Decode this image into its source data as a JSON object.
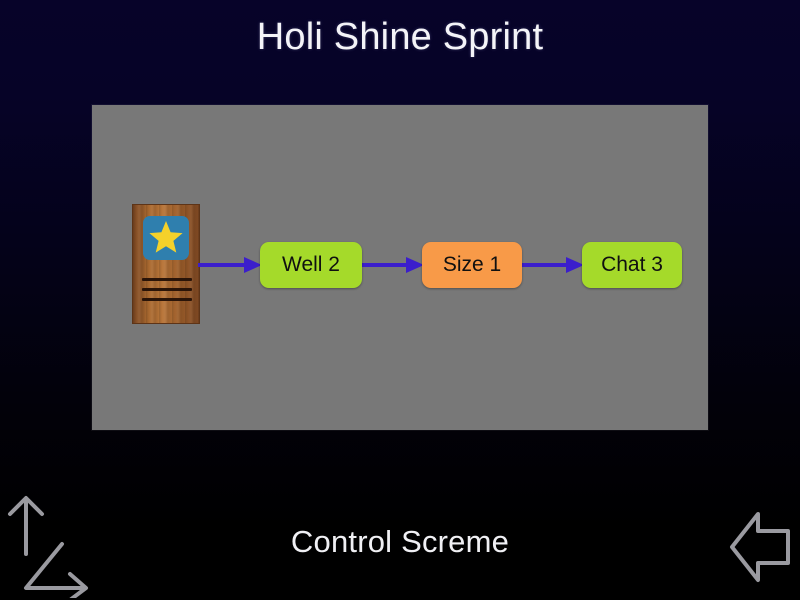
{
  "header": {
    "title": "Holi Shine Sprint"
  },
  "footer": {
    "caption": "Control Screme"
  },
  "canvas": {
    "background_color": "#787878"
  },
  "award": {
    "icon_name": "award-plaque-icon",
    "badge_color": "#2f7fae",
    "star_color": "#f5d12a",
    "wood_color": "#a8682f",
    "line_count": 3
  },
  "flow": {
    "connector_color": "#3b1ecc",
    "nodes": [
      {
        "label": "Well 2",
        "color": "#a5da2a",
        "text_color": "#101010"
      },
      {
        "label": "Size 1",
        "color": "#f89a48",
        "text_color": "#101010"
      },
      {
        "label": "Chat 3",
        "color": "#a5da2a",
        "text_color": "#101010"
      }
    ]
  },
  "nav": {
    "up_label": "up-arrow",
    "diagonal_label": "diagonal-right-arrow",
    "back_label": "back-arrow",
    "stroke_color": "#9a9aa0"
  },
  "background": {
    "top_color": "#070329",
    "bottom_color": "#000000"
  }
}
